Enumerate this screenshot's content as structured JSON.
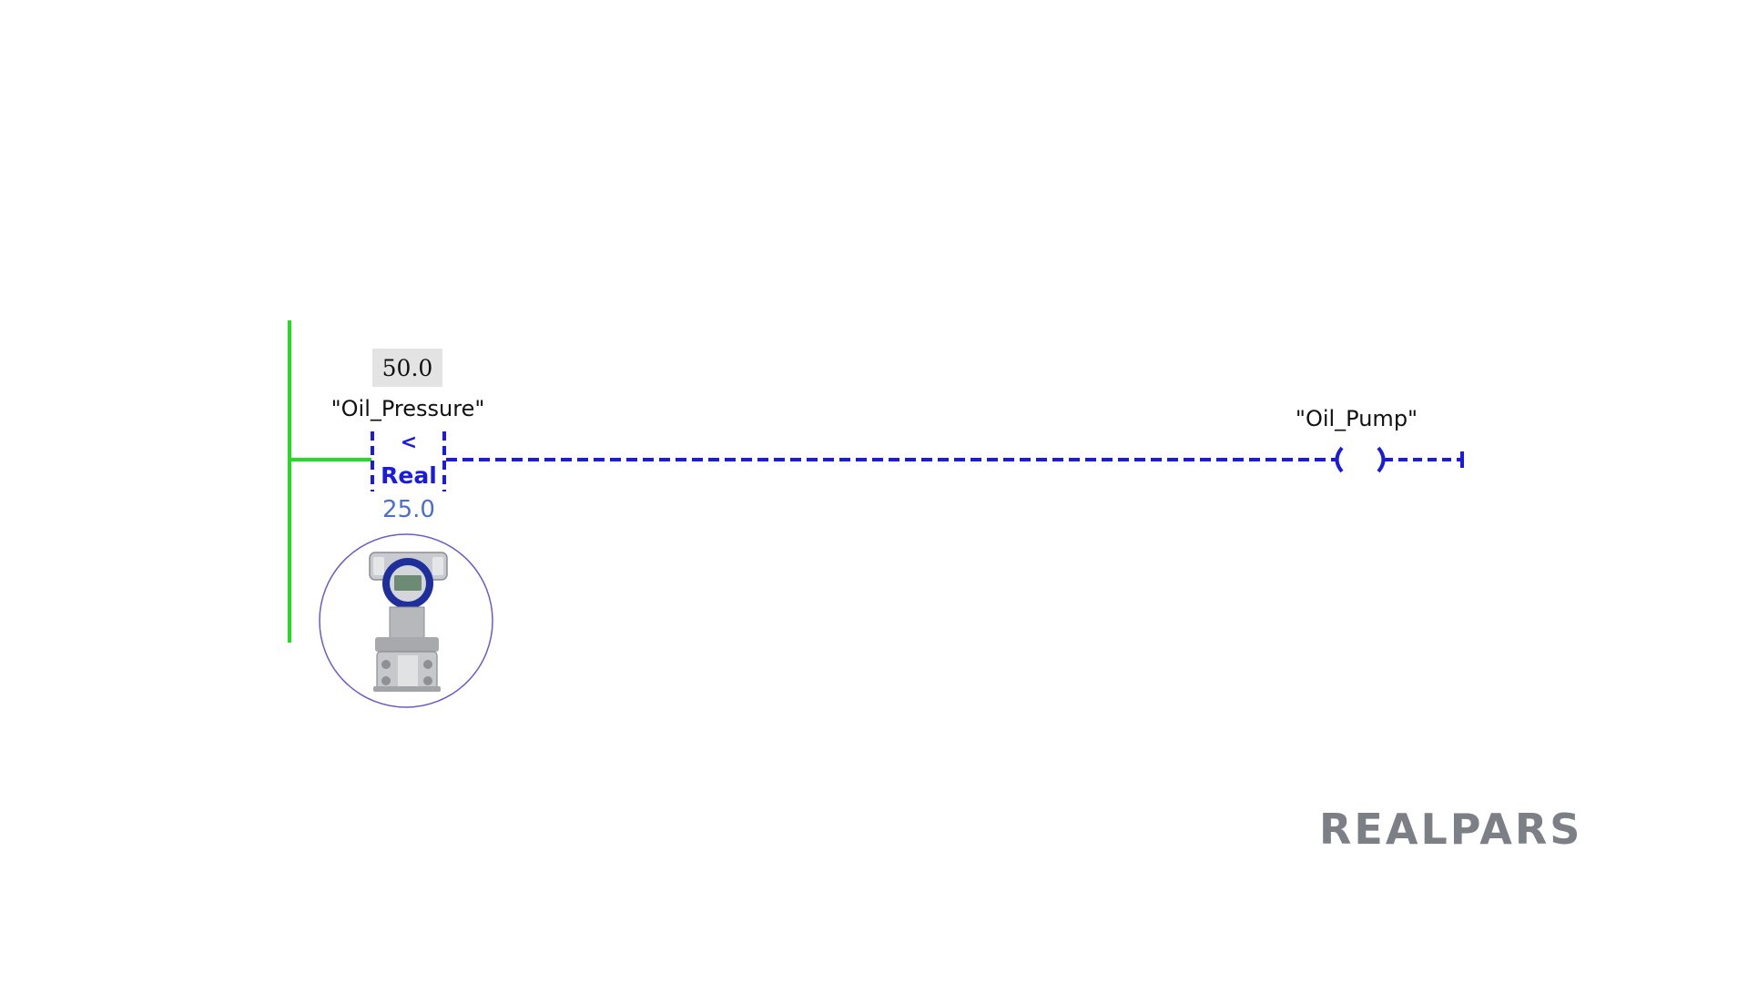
{
  "instruction": {
    "actual_value": "50.0",
    "input_tag": "\"Oil_Pressure\"",
    "operator": "<",
    "data_type": "Real",
    "reference_value": "25.0"
  },
  "output": {
    "coil_tag": "\"Oil_Pump\""
  },
  "brand": {
    "name": "REALPARS"
  },
  "colors": {
    "power_rail": "#22dd22",
    "de_energized": "#1a1ae0",
    "reference_value": "#4a6fd0",
    "brand": "#7c7f86"
  },
  "icons": {
    "sensor": "pressure-transmitter-icon"
  }
}
